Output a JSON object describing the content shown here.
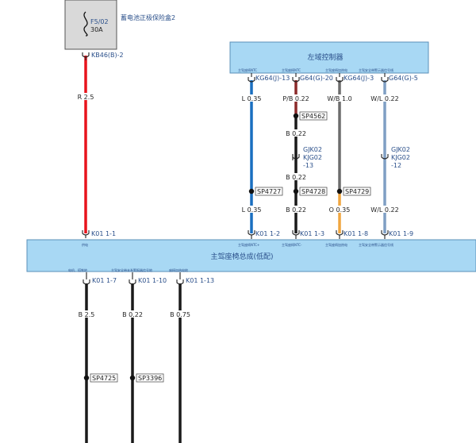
{
  "fuse_box": {
    "fuse_id": "F5/02",
    "rating": "30A",
    "label": "蓄电池正极保险盒2",
    "connector": "KB46(B)-2"
  },
  "wire_battery": {
    "spec": "R 2.5",
    "color": "#e8141c"
  },
  "left_controller": {
    "title": "左域控制器",
    "pin_labels": [
      "主驾座椅NTC",
      "主驾座椅NTC",
      "主驾座椅加热电",
      "主驾安全带警示器信号线"
    ],
    "connectors": [
      "KG64(J)-13",
      "G64(G)-20",
      "KG64(J)-3",
      "G64(G)-5"
    ]
  },
  "wires_upper": [
    {
      "spec": "L 0.35",
      "color": "#1a6fc0"
    },
    {
      "spec": "P/B 0.22",
      "color": "#8b2a2a"
    },
    {
      "spec": "W/B 1.0",
      "color": "#6d6d6d"
    },
    {
      "spec": "W/L 0.22",
      "color": "#7f9fc4"
    }
  ],
  "splices": [
    "SP4562",
    "SP4727",
    "SP4728",
    "SP4729"
  ],
  "b022_upper": "B 0.22",
  "inline_connectors": [
    {
      "lines": [
        "GJK02",
        "KJG02",
        "-13"
      ]
    },
    {
      "lines": [
        "GJK02",
        "KJG02",
        "-12"
      ]
    }
  ],
  "wires_lower_mid": [
    {
      "spec": "L 0.35"
    },
    {
      "spec": "B 0.22"
    },
    {
      "spec": "O 0.35"
    },
    {
      "spec": "W/L 0.22"
    }
  ],
  "seat_assembly": {
    "title": "主驾座椅总成(低配)",
    "top_connectors": [
      "K01 1-1",
      "K01 1-2",
      "K01 1-3",
      "K01 1-8",
      "K01 1-9"
    ],
    "top_pin_labels": [
      "供电",
      "主驾座椅NTC+",
      "主驾座椅NTC-",
      "主驾座椅加热电",
      "主驾安全带警示器信号线"
    ],
    "bottom_pin_labels": [
      "电机、搭铁地",
      "主驾安全带未系警报器信号地",
      "座椅加热电地"
    ],
    "bottom_connectors": [
      "K01 1-7",
      "K01 1-10",
      "K01 1-13"
    ]
  },
  "wires_bottom": [
    {
      "spec": "B 2.5"
    },
    {
      "spec": "B 0.22"
    },
    {
      "spec": "B 0.75"
    }
  ],
  "splices_bottom": [
    "SP4725",
    "SP3396"
  ],
  "colors": {
    "module_fill": "#a8d8f4",
    "module_stroke": "#5a8fb8",
    "fuse_fill": "#d9d9d9",
    "label_blue": "#2a4f8a",
    "black_wire": "#1a1a1a"
  }
}
